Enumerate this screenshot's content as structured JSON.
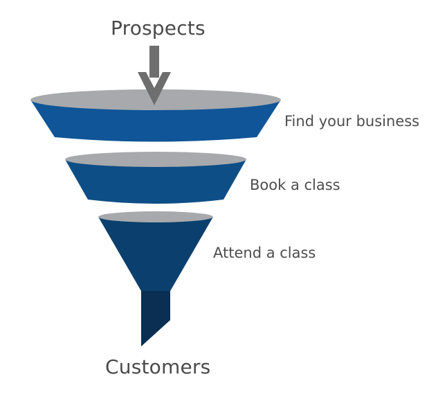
{
  "diagram": {
    "top_label": "Prospects",
    "bottom_label": "Customers",
    "stages": [
      {
        "label": "Find your business"
      },
      {
        "label": "Book a class"
      },
      {
        "label": "Attend a class"
      }
    ]
  },
  "colors": {
    "funnel_top_rim": "#a7a9ac",
    "stage_1_fill": "#0f5597",
    "stage_2_fill": "#0e4e86",
    "stage_3_fill": "#0b3f6d",
    "spout_fill": "#0a2f52",
    "arrow_fill": "#6e6e6e",
    "text": "#4a4a4a"
  },
  "icons": {
    "input_arrow": "arrow-down-icon"
  }
}
